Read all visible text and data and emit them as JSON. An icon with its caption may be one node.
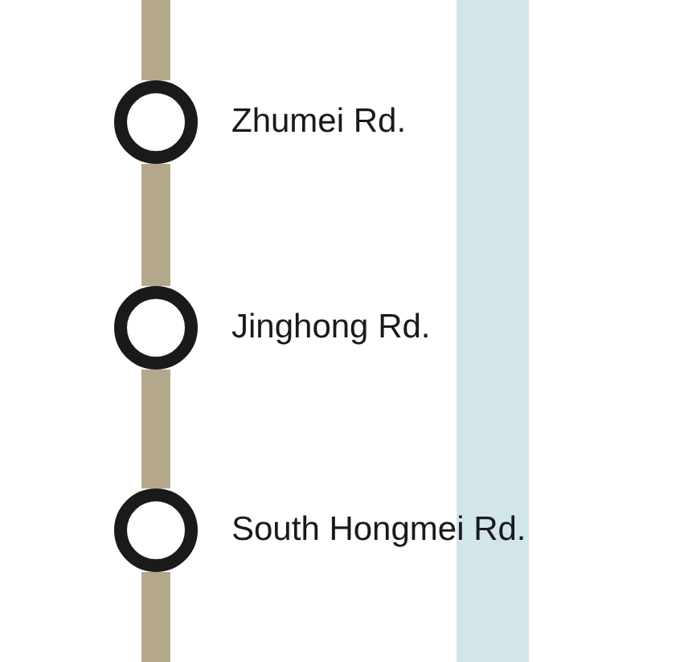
{
  "diagram": {
    "nodes": [
      {
        "text": [
          "Zhumei Rd."
        ]
      },
      {
        "text": [
          "Jinghong Rd."
        ]
      },
      {
        "text": [
          "South Hongmei Rd."
        ]
      },
      {
        "text": [],
        "shape": "bar"
      }
    ],
    "edges": [
      {
        "from": null,
        "to": 0,
        "arrow": "none"
      },
      {
        "from": 0,
        "to": 1,
        "arrow": "none"
      },
      {
        "from": 1,
        "to": 2,
        "arrow": "none"
      },
      {
        "from": 2,
        "to": null,
        "arrow": "none"
      }
    ]
  }
}
